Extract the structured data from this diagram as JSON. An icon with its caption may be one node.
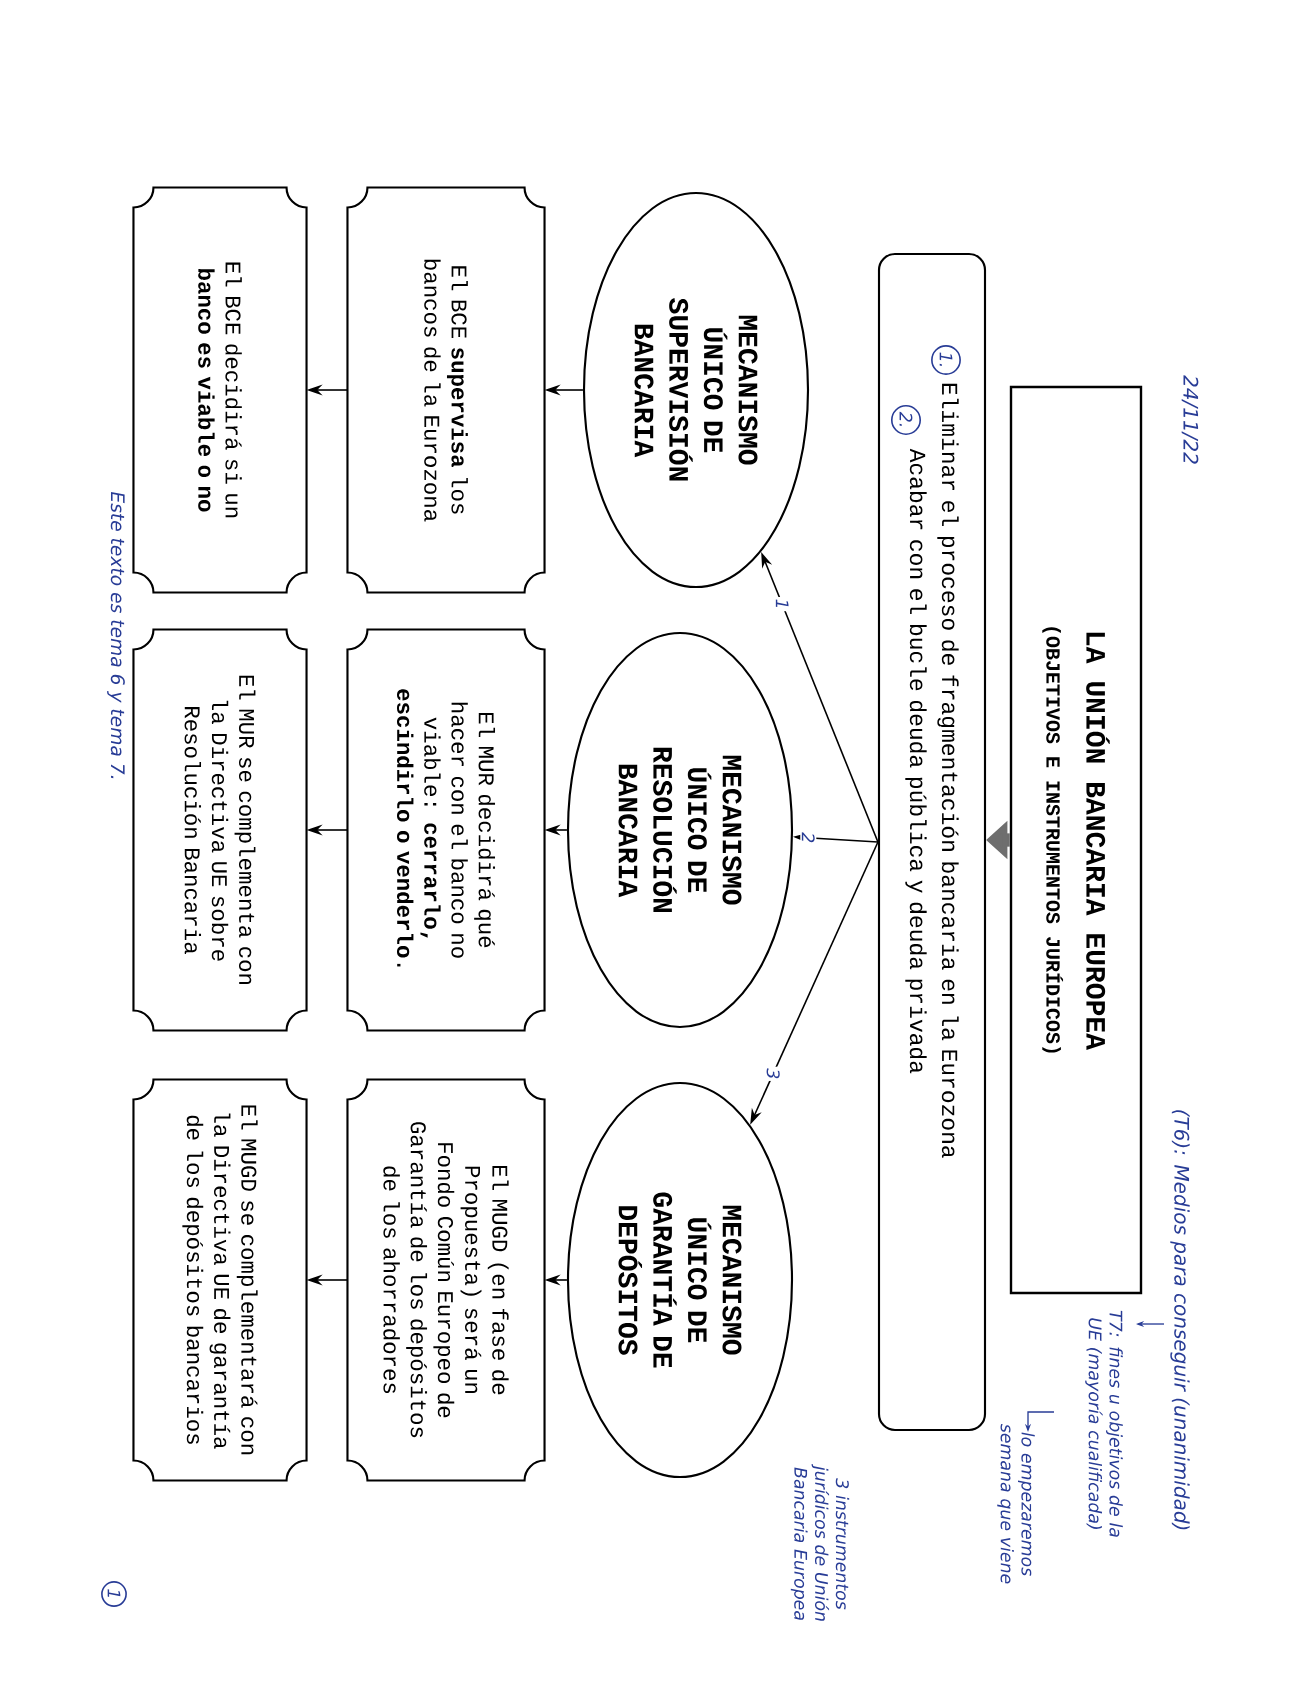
{
  "diagram": {
    "nodes": [
      {
        "text": [
          "LA UNIÓN BANCARIA EUROPEA",
          "(OBJETIVOS E INSTRUMENTOS JURÍDICOS)"
        ]
      },
      {
        "text": [
          "Eliminar el proceso de fragmentación bancaria en la Eurozona",
          "Acabar con el bucle deuda pública y deuda privada"
        ]
      },
      {
        "text": [
          "MECANISMO ÚNICO DE SUPERVISIÓN BANCARIA"
        ]
      },
      {
        "text": [
          "MECANISMO ÚNICO DE RESOLUCIÓN BANCARIA"
        ]
      },
      {
        "text": [
          "MECANISMO ÚNICO DE GARANTÍA DE DEPÓSITOS"
        ]
      },
      {
        "text": [
          "El BCE **supervisa** los bancos de la Eurozona"
        ]
      },
      {
        "text": [
          "El MUR decidirá qué hacer con el banco no viable: **cerrarlo, escindirlo o venderlo**."
        ]
      },
      {
        "text": [
          "El MUGD (en fase de Propuesta) será un Fondo Común Europeo de Garantía de los depósitos de los ahorradores"
        ]
      },
      {
        "text": [
          "El BCE decidirá si un **banco es viable o no**"
        ]
      },
      {
        "text": [
          "El MUR se complementa con la Directiva UE sobre Resolución Bancaria"
        ]
      },
      {
        "text": [
          "El MUGD se complementará con la Directiva UE de garantía de los depósitos bancarios"
        ]
      }
    ],
    "edges": [
      {
        "from": 0,
        "to": 1,
        "arrow": "to",
        "style": "thick",
        "color": "#6e6e6e"
      },
      {
        "from": 1,
        "to": 2,
        "arrow": "to",
        "label": "1"
      },
      {
        "from": 1,
        "to": 3,
        "arrow": "to",
        "label": "2"
      },
      {
        "from": 1,
        "to": 4,
        "arrow": "to",
        "label": "3"
      },
      {
        "from": 2,
        "to": 5,
        "arrow": "to"
      },
      {
        "from": 3,
        "to": 6,
        "arrow": "to"
      },
      {
        "from": 4,
        "to": 7,
        "arrow": "to"
      },
      {
        "from": 5,
        "to": 8,
        "arrow": "to"
      },
      {
        "from": 6,
        "to": 9,
        "arrow": "to"
      },
      {
        "from": 7,
        "to": 10,
        "arrow": "to"
      }
    ],
    "labels": [
      "24/11/22",
      "(T6): Medios para conseguir (unanimidad)",
      "T7: fines u objetivos de la UE (mayoría cualificada)",
      "lo empezaremos semana que viene",
      "1.",
      "2.",
      "3 instrumentos jurídicos de Unión Bancaria Europea",
      "Este texto es tema 6 y tema 7.",
      "1"
    ]
  }
}
